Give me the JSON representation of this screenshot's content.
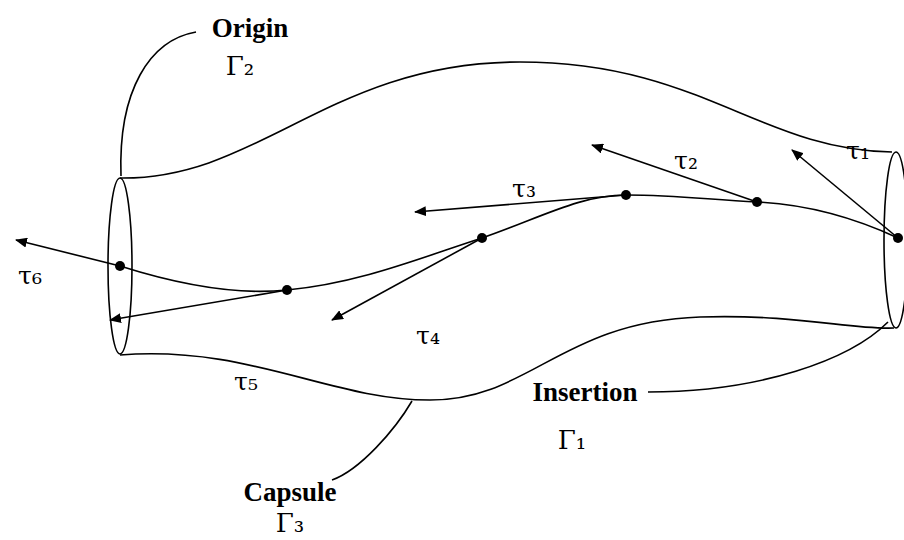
{
  "diagram": {
    "labels": [
      "Origin",
      "Γ₂",
      "Insertion",
      "Γ₁",
      "Capsule",
      "Γ₃",
      "τ₁",
      "τ₂",
      "τ₃",
      "τ₄",
      "τ₅",
      "τ₆"
    ]
  }
}
